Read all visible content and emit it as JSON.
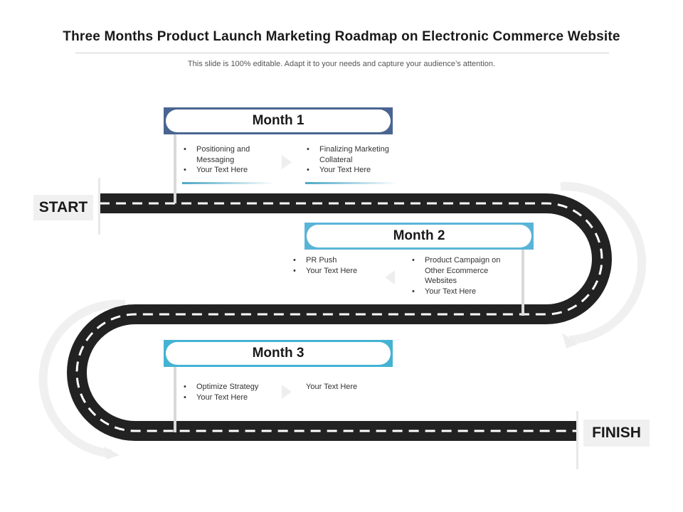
{
  "header": {
    "title": "Three Months Product Launch Marketing Roadmap on Electronic Commerce Website",
    "subtitle": "This slide is 100% editable. Adapt it to your needs and capture your audience’s attention."
  },
  "start_label": "START",
  "finish_label": "FINISH",
  "months": [
    {
      "label": "Month 1",
      "left_items": [
        "Positioning and Messaging",
        "Your Text Here"
      ],
      "right_items": [
        "Finalizing Marketing Collateral",
        "Your Text Here"
      ]
    },
    {
      "label": "Month 2",
      "left_items": [
        "PR Push",
        "Your Text Here"
      ],
      "right_items": [
        "Product Campaign on Other Ecommerce Websites",
        "Your Text Here"
      ]
    },
    {
      "label": "Month 3",
      "left_items": [
        "Optimize Strategy",
        "Your Text Here"
      ],
      "right_text": "Your Text Here"
    }
  ],
  "colors": {
    "road": "#222222",
    "month1_frame": "#4a6591",
    "month2_frame": "#5ab4d8",
    "month3_frame": "#44b3d3",
    "accent_line": "#4aa7c7"
  }
}
